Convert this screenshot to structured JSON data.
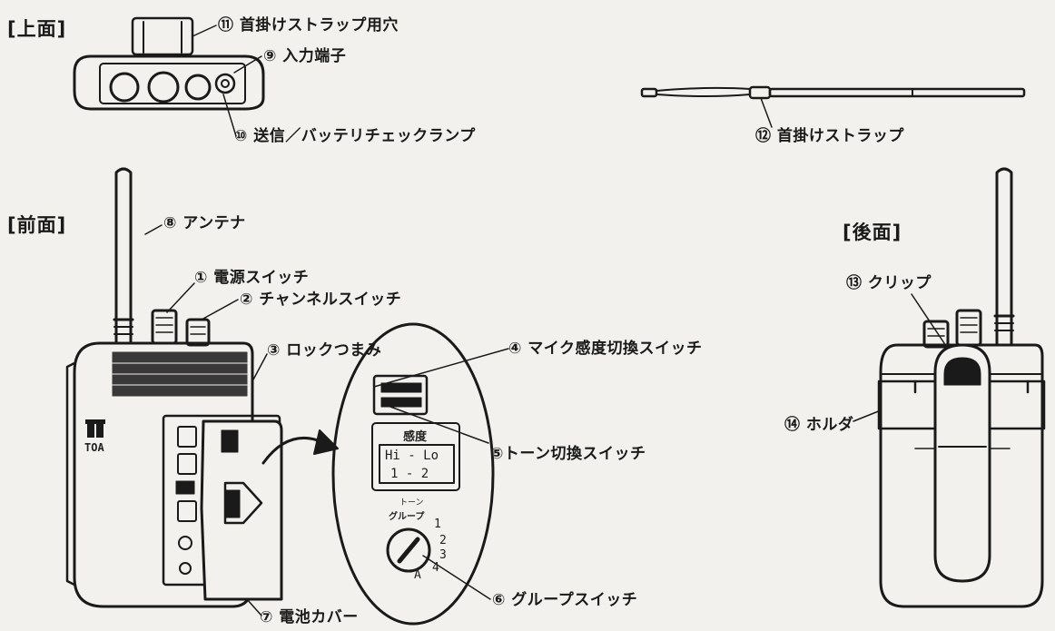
{
  "sections": {
    "top": "[上面]",
    "front": "[前面]",
    "back": "[後面]"
  },
  "labels": {
    "strap_hole": "⑪ 首掛けストラップ用穴",
    "input_terminal": "⑨ 入力端子",
    "tx_lamp": "⑩ 送信／バッテリチェックランプ",
    "neck_strap": "⑫ 首掛けストラップ",
    "antenna": "⑧ アンテナ",
    "power_switch": "① 電源スイッチ",
    "channel_switch": "② チャンネルスイッチ",
    "lock_knob": "③ ロックつまみ",
    "mic_sens_switch": "④ マイク感度切換スイッチ",
    "tone_switch": "⑤トーン切換スイッチ",
    "group_switch": "⑥ グループスイッチ",
    "battery_cover": "⑦ 電池カバー",
    "clip": "⑬ クリップ",
    "holder": "⑭ ホルダ"
  },
  "panel": {
    "brand": "TOA",
    "sensitivity": "感度",
    "hi_lo": "Hi - Lo",
    "one_two": "1 - 2",
    "tone": "トーン",
    "group": "グループ",
    "dial_1": "1",
    "dial_2": "2",
    "dial_3": "3",
    "dial_4": "4",
    "dial_a": "A"
  }
}
